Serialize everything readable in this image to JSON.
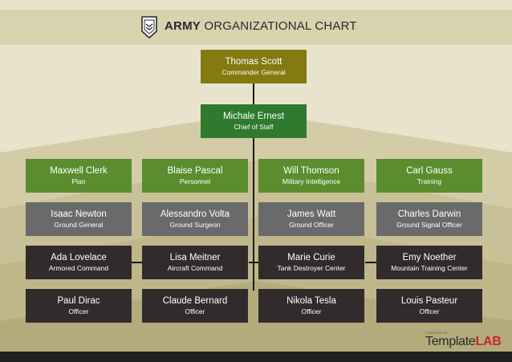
{
  "header": {
    "title_bold": "ARMY",
    "title_rest": " ORGANIZATIONAL CHART",
    "logo_icon": "army-chevron-shield-icon"
  },
  "top": [
    {
      "name": "Thomas Scott",
      "role": "Commander General"
    },
    {
      "name": "Michale Ernest",
      "role": "Chief of Staff"
    }
  ],
  "rows": [
    [
      {
        "name": "Maxwell Clerk",
        "role": "Plan"
      },
      {
        "name": "Blaise Pascal",
        "role": "Personnel"
      },
      {
        "name": "Will Thomson",
        "role": "Military Intelligence"
      },
      {
        "name": "Carl Gauss",
        "role": "Training"
      }
    ],
    [
      {
        "name": "Isaac Newton",
        "role": "Ground General"
      },
      {
        "name": "Alessandro Volta",
        "role": "Ground Surgeon"
      },
      {
        "name": "James Watt",
        "role": "Ground Officer"
      },
      {
        "name": "Charles Darwin",
        "role": "Ground Signal Officer"
      }
    ],
    [
      {
        "name": "Ada Lovelace",
        "role": "Armored Command"
      },
      {
        "name": "Lisa Meitner",
        "role": "Aircraft Command"
      },
      {
        "name": "Marie Curie",
        "role": "Tank Destroyer Center"
      },
      {
        "name": "Emy Noether",
        "role": "Mountain Training Center"
      }
    ],
    [
      {
        "name": "Paul Dirac",
        "role": "Officer"
      },
      {
        "name": "Claude Bernard",
        "role": "Officer"
      },
      {
        "name": "Nikola Tesla",
        "role": "Officer"
      },
      {
        "name": "Louis Pasteur",
        "role": "Officer"
      }
    ]
  ],
  "footer": {
    "created_by": "CREATED BY",
    "brand_main": "Template",
    "brand_accent": "LAB"
  },
  "colors": {
    "olive": "#847a10",
    "dark_green": "#2f7a2f",
    "green": "#5b8d2e",
    "gray": "#6a6a6a",
    "dark": "#312c2b"
  }
}
